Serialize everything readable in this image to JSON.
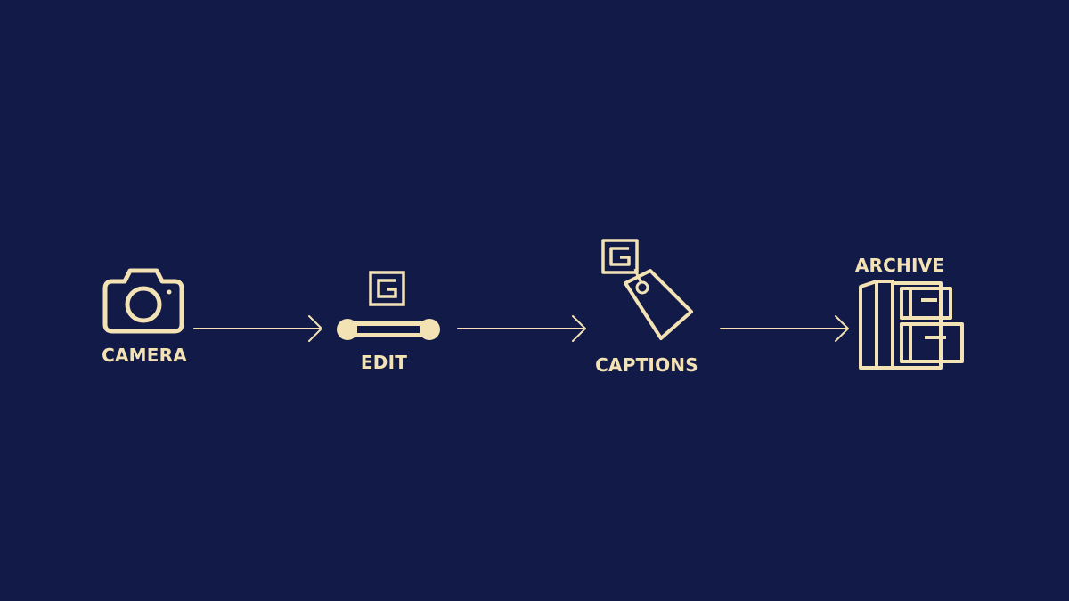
{
  "diagram": {
    "colors": {
      "background": "#121a48",
      "accent": "#f3e2b4"
    },
    "steps": [
      {
        "id": "camera",
        "label": "CAMERA",
        "icon": "camera-icon"
      },
      {
        "id": "edit",
        "label": "EDIT",
        "icon": "edit-timeline-icon"
      },
      {
        "id": "captions",
        "label": "CAPTIONS",
        "icon": "tag-icon"
      },
      {
        "id": "archive",
        "label": "ARCHIVE",
        "icon": "filing-cabinet-icon"
      }
    ]
  }
}
